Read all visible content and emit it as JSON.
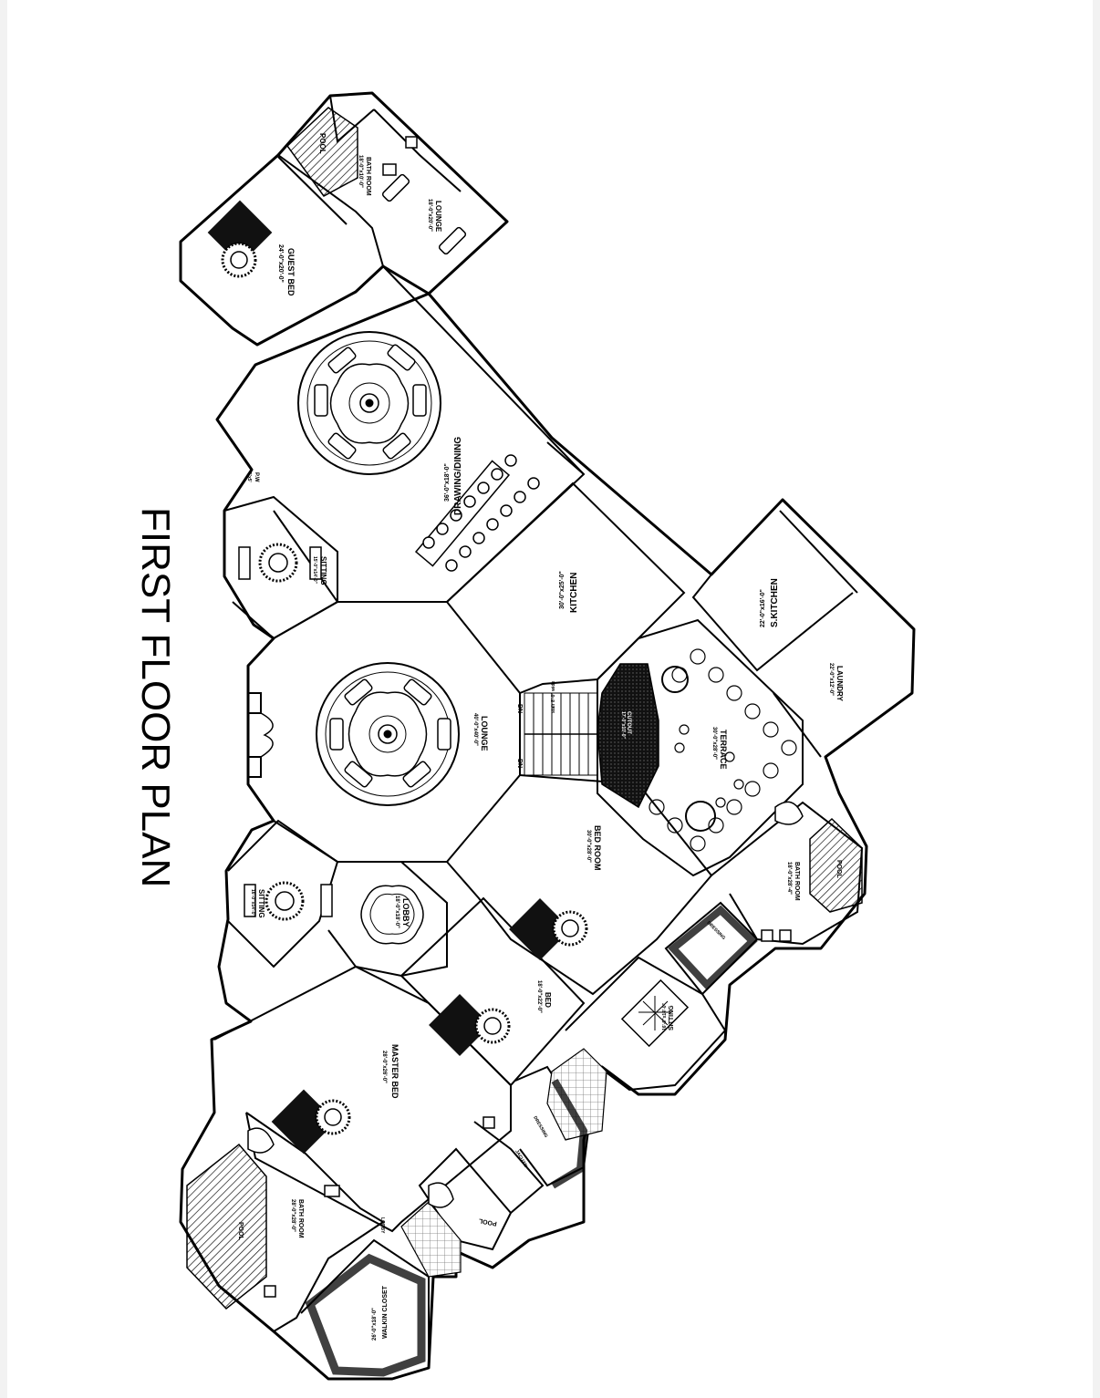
{
  "title": "FIRST FLOOR PLAN",
  "rooms": {
    "guest_bed": {
      "name": "GUEST BED",
      "size": "24'-0\"x20'-0\""
    },
    "guest_pool": {
      "name": "POOL"
    },
    "guest_bath": {
      "name": "BATH ROOM",
      "size": "18'-0\"x10'-0\""
    },
    "guest_lounge": {
      "name": "LOUNGE",
      "size": "18'-0\"x20'-0\""
    },
    "drawing_dining": {
      "name": "DRAWING/DINING",
      "size": "36'-0\"x18'-0\""
    },
    "pw": {
      "name": "P.W",
      "size": "5'x5'"
    },
    "sitting_upper": {
      "name": "SITTING",
      "size": "15'-0\"x14'-0\""
    },
    "kitchen": {
      "name": "KITCHEN",
      "size": "30'-0\"x25'-0\""
    },
    "s_kitchen": {
      "name": "S.KITCHEN",
      "size": "22'-0\"x16'-0\""
    },
    "laundry": {
      "name": "LAUNDRY",
      "size": "22'-0\"x12'-0\""
    },
    "lounge": {
      "name": "LOUNGE",
      "size": "40'-0\"x40'-0\""
    },
    "stair": {
      "up": "DN",
      "down": "DN",
      "note": "stair 8'-0\" wide"
    },
    "void": {
      "name": "CUTOUT",
      "size": "17'-0\"x10'-0\""
    },
    "terrace": {
      "name": "TERRACE",
      "size": "30'-0\"x28'-0\""
    },
    "bed_room": {
      "name": "BED ROOM",
      "size": "30'-0\"x28'-0\""
    },
    "bath_right": {
      "name": "BATH ROOM",
      "size": "18'-0\"x28'-4\""
    },
    "pool_right": {
      "name": "POOL"
    },
    "dressing_right": {
      "name": "DRESSING",
      "size": "8'x8'"
    },
    "sitting_right": {
      "name": "SITTING",
      "size": "16'-0\"x14'-0\""
    },
    "sitting_lower": {
      "name": "SITTING",
      "size": "16'-0\"x14'-0\""
    },
    "lobby": {
      "name": "LOBBY",
      "size": "18'-0\"x18'-0\""
    },
    "bed": {
      "name": "BED",
      "size": "18'-0\"x22'-0\""
    },
    "dressing_mid": {
      "name": "DRESSING",
      "size": "12'-0\"x8'-0\""
    },
    "pool_mid": {
      "name": "POOL"
    },
    "jacuzzi": {
      "name": "JACUZZI",
      "size": "8'x8'"
    },
    "master_bed": {
      "name": "MASTER BED",
      "size": "28'-0\"x26'-0\""
    },
    "master_bath": {
      "name": "BATH ROOM",
      "size": "28'-0\"x28'-0\""
    },
    "master_pool": {
      "name": "POOL"
    },
    "lobby_small": {
      "name": "LOBBY"
    },
    "walkin": {
      "name": "WALKIN CLOSET",
      "size": "26'-0\"x18'-0\""
    }
  }
}
